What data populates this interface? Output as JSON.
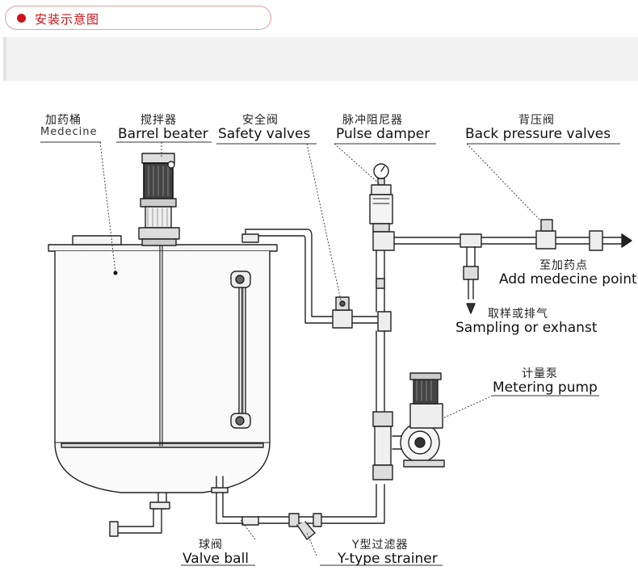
{
  "header": {
    "title": "安装示意图",
    "accent_color": "#d0121b"
  },
  "labels": {
    "medicine_tank_cn": "加药桶",
    "medicine_tank_en": "Medecine",
    "barrel_beater_cn": "搅拌器",
    "barrel_beater_en": "Barrel beater",
    "safety_valves_cn": "安全阀",
    "safety_valves_en": "Safety valves",
    "pulse_damper_cn": "脉冲阻尼器",
    "pulse_damper_en": "Pulse damper",
    "back_pressure_cn": "背压阀",
    "back_pressure_en": "Back pressure valves",
    "add_point_cn": "至加药点",
    "add_point_en": "Add medecine point",
    "sampling_cn": "取样或排气",
    "sampling_en": "Sampling or exhanst",
    "metering_pump_cn": "计量泵",
    "metering_pump_en": "Metering pump",
    "valve_ball_cn": "球阀",
    "valve_ball_en": "Valve ball",
    "y_strainer_cn": "Y型过滤器",
    "y_strainer_en": "Y-type strainer"
  },
  "icons": [
    "tank-icon",
    "motor-icon",
    "pressure-gauge-icon",
    "pump-icon",
    "valve-icon",
    "strainer-icon",
    "arrow-icon"
  ]
}
